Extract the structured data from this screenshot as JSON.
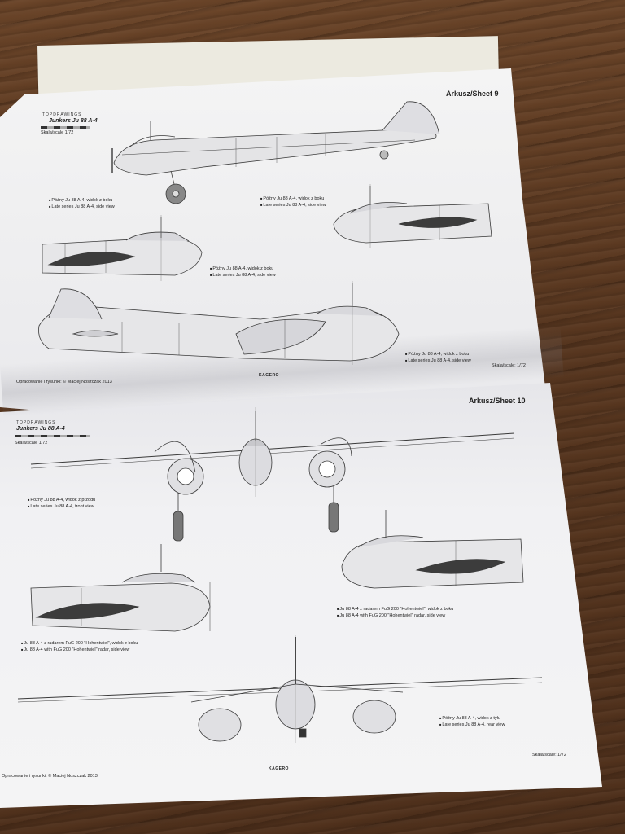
{
  "sheet9": {
    "title": "Arkusz/Sheet 9",
    "brand": "TOPDRAWINGS",
    "model": "Junkers Ju 88 A-4",
    "scale_label": "Skala/scale 1/72",
    "captions": [
      {
        "pl": "Późny Ju 88 A-4, widok z boku",
        "en": "Late series Ju 88 A-4, side view"
      },
      {
        "pl": "Późny Ju 88 A-4, widok z boku",
        "en": "Late series Ju 88 A-4, side view"
      },
      {
        "pl": "Późny Ju 88 A-4, widok z boku",
        "en": "Late series Ju 88 A-4, side view"
      },
      {
        "pl": "Późny Ju 88 A-4, widok z boku",
        "en": "Late series Ju 88 A-4, side view"
      }
    ],
    "scale_bottom": "Skala/scale: 1/72",
    "credit": "Opracowanie i rysunki: © Maciej Noszczak 2013",
    "publisher": "KAGERO"
  },
  "sheet10": {
    "title": "Arkusz/Sheet 10",
    "brand": "TOPDRAWINGS",
    "model": "Junkers Ju 88 A-4",
    "scale_label": "Skala/scale 1/72",
    "captions": [
      {
        "pl": "Późny Ju 88 A-4, widok z przodu",
        "en": "Late series Ju 88 A-4, front view"
      },
      {
        "pl": "Ju 88 A-4 z radarem FuG 200 \"Hohentwiel\", widok z boku",
        "en": "Ju 88 A-4 with FuG 200 \"Hohentwiel\" radar, side view"
      },
      {
        "pl": "Ju 88 A-4 z radarem FuG 200 \"Hohentwiel\", widok z boku",
        "en": "Ju 88 A-4 with FuG 200 \"Hohentwiel\" radar, side view"
      },
      {
        "pl": "Późny Ju 88 A-4, widok z tyłu",
        "en": "Late series Ju 88 A-4, rear view"
      }
    ],
    "scale_bottom": "Skala/scale: 1/72",
    "credit": "Opracowanie i rysunki: © Maciej Noszczak 2013",
    "publisher": "KAGERO"
  }
}
